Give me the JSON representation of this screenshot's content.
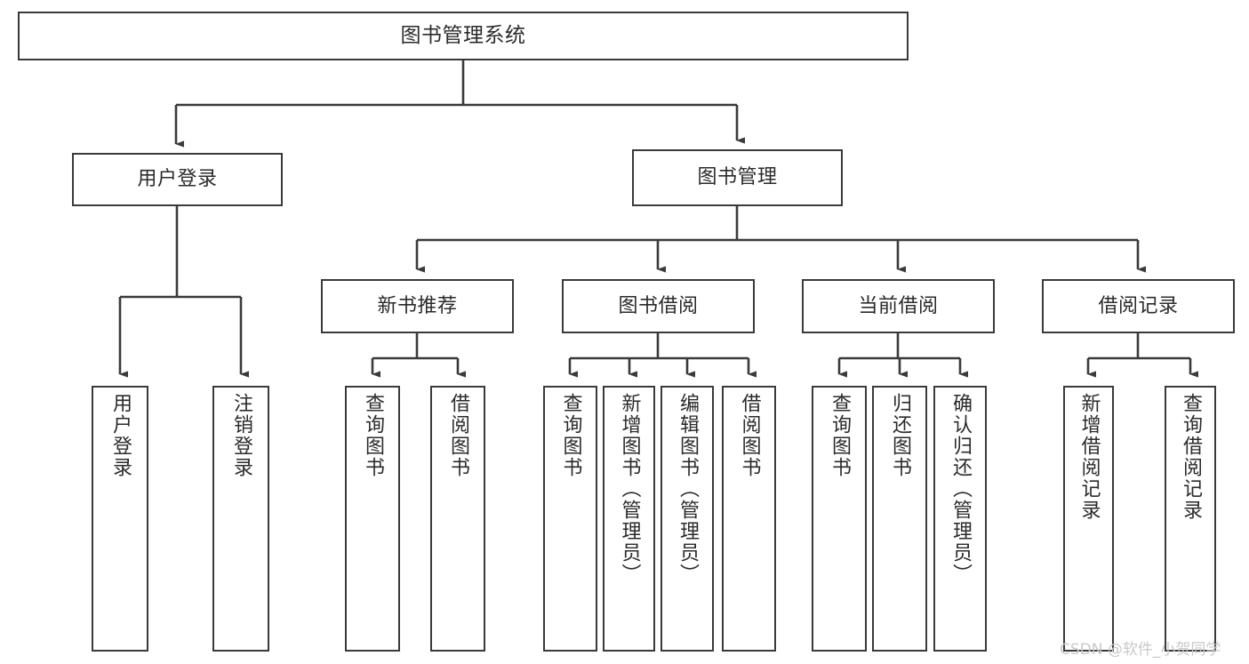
{
  "diagram": {
    "title": "图书管理系统",
    "type": "tree-hierarchy",
    "watermark": "CSDN @软件_小贺同学",
    "colors": {
      "stroke": "#3a3a3a",
      "fill": "#ffffff",
      "text": "#2b2b2b",
      "watermark": "#c9c9c9"
    },
    "nodes": {
      "root": {
        "label": "图书管理系统",
        "orientation": "horizontal"
      },
      "level2": [
        {
          "label": "用户登录",
          "orientation": "horizontal"
        },
        {
          "label": "图书管理",
          "orientation": "horizontal"
        }
      ],
      "level3": [
        {
          "label": "新书推荐",
          "orientation": "horizontal"
        },
        {
          "label": "图书借阅",
          "orientation": "horizontal"
        },
        {
          "label": "当前借阅",
          "orientation": "horizontal"
        },
        {
          "label": "借阅记录",
          "orientation": "horizontal"
        }
      ],
      "leaves_user_login": [
        {
          "label": "用户登录",
          "orientation": "vertical"
        },
        {
          "label": "注销登录",
          "orientation": "vertical"
        }
      ],
      "leaves_new_book": [
        {
          "label": "查询图书",
          "orientation": "vertical"
        },
        {
          "label": "借阅图书",
          "orientation": "vertical"
        }
      ],
      "leaves_borrow_book": [
        {
          "label": "查询图书",
          "orientation": "vertical"
        },
        {
          "label": "新增图书（管理员）",
          "orientation": "vertical"
        },
        {
          "label": "编辑图书（管理员）",
          "orientation": "vertical"
        },
        {
          "label": "借阅图书",
          "orientation": "vertical"
        }
      ],
      "leaves_current_borrow": [
        {
          "label": "查询图书",
          "orientation": "vertical"
        },
        {
          "label": "归还图书",
          "orientation": "vertical"
        },
        {
          "label": "确认归还（管理员）",
          "orientation": "vertical"
        }
      ],
      "leaves_borrow_record": [
        {
          "label": "新增借阅记录",
          "orientation": "vertical"
        },
        {
          "label": "查询借阅记录",
          "orientation": "vertical"
        }
      ]
    }
  }
}
